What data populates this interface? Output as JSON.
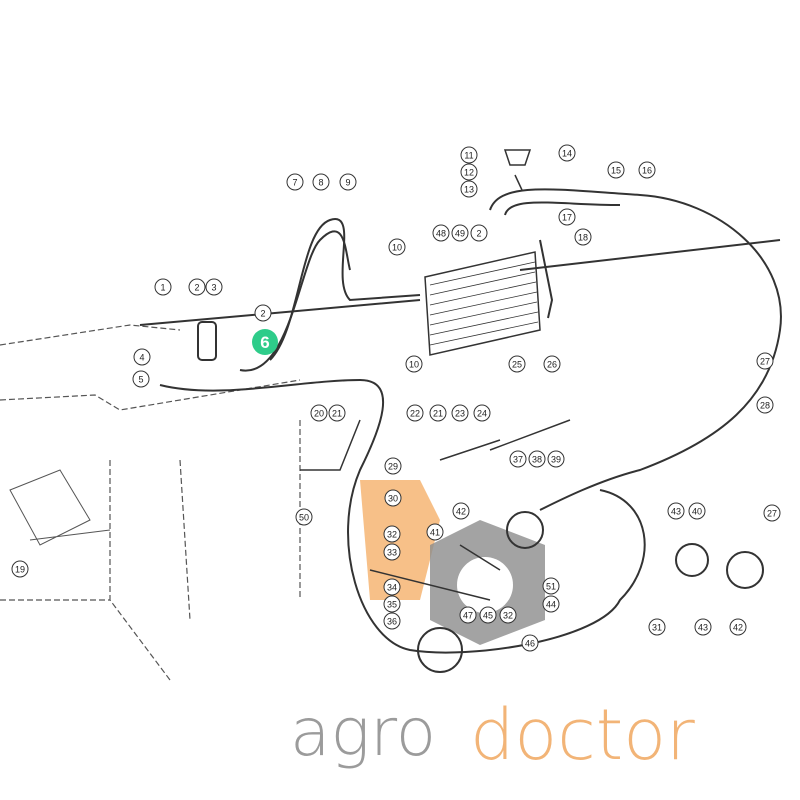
{
  "diagram": {
    "title": "Air conditioning system parts diagram",
    "highlighted_part": "6",
    "callouts": [
      "1",
      "2",
      "3",
      "2",
      "6",
      "4",
      "5",
      "7",
      "8",
      "9",
      "11",
      "12",
      "13",
      "14",
      "15",
      "16",
      "17",
      "18",
      "48",
      "49",
      "2",
      "10",
      "10",
      "25",
      "26",
      "27",
      "28",
      "20",
      "21",
      "22",
      "21",
      "23",
      "24",
      "37",
      "38",
      "39",
      "29",
      "30",
      "42",
      "41",
      "32",
      "33",
      "34",
      "35",
      "36",
      "47",
      "45",
      "32",
      "44",
      "51",
      "46",
      "50",
      "19",
      "43",
      "40",
      "31",
      "43",
      "42",
      "27"
    ]
  },
  "watermark": {
    "line1": "agro",
    "line2": "doctor"
  },
  "colors": {
    "highlight": "#2ecc8a",
    "line": "#333333",
    "watermark_orange": "#f0a860",
    "watermark_gray": "#8a8a8a"
  }
}
